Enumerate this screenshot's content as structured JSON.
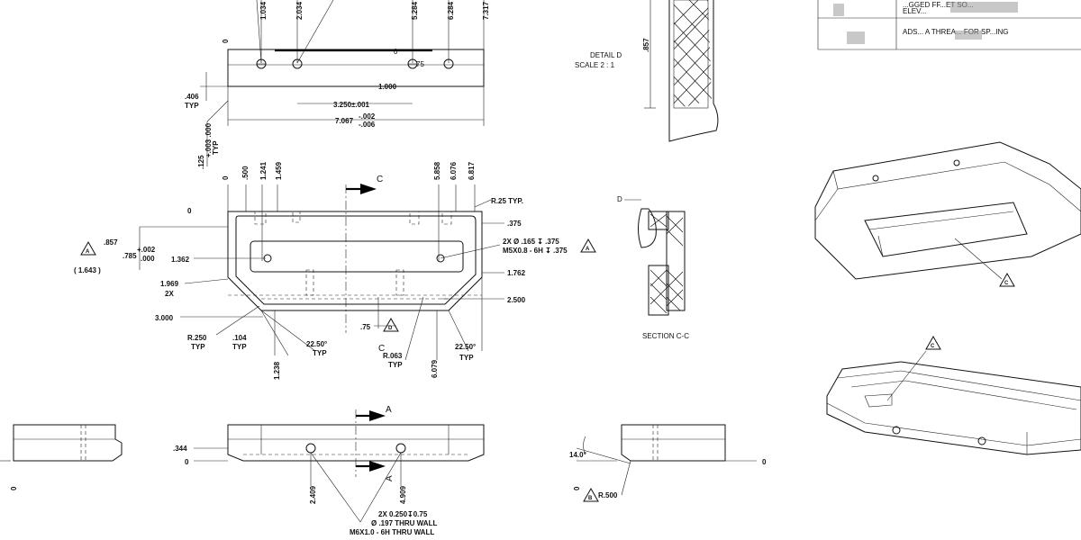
{
  "title_block": {
    "row1": "...GGED FF...ET SO...",
    "row1b": "ELEV...",
    "row2": "ADS... A THREA... FOR SP...ING"
  },
  "detail_d": {
    "line1": "DETAIL D",
    "line2": "SCALE 2 : 1",
    "dim": ".857"
  },
  "section_label": "SECTION C-C",
  "section_letter": "D",
  "top_view": {
    "x_dims": [
      "1.034",
      "2.034",
      "5.284",
      "6.284",
      "7.317"
    ],
    "zero": "0",
    "dim_3250": "3.250±.001",
    "dim_1000": "1.000",
    "dim_7067": "7.067",
    "tol_7067_up": "-.002",
    "tol_7067_lo": "-.006",
    "dim_406": ".406",
    "typ": "TYP",
    "dim_125": ".125",
    "tol_125": "+.003 .000",
    "small_zero": "0",
    "dim_075": "75"
  },
  "main_view": {
    "x_dims": [
      ".500",
      "1.241",
      "1.459",
      "5.858",
      "6.076",
      "6.817"
    ],
    "zero_top": "0",
    "zero_left": "0",
    "r25": "R.25 TYP.",
    "d375": ".375",
    "d857": ".857",
    "d785": ".785",
    "tol_785_up": "+.002",
    "tol_785_lo": ".000",
    "d1643": "( 1.643 )",
    "d1362": "1.362",
    "d1762": "1.762",
    "d1969": "1.969",
    "two_x": "2X",
    "d3000": "3.000",
    "d2500": "2.500",
    "r250": "R.250",
    "d104": ".104",
    "typ": "TYP",
    "d2250a": "22.50°",
    "d1238": "1.238",
    "d75": ".75",
    "flag_d": "D",
    "sect_c": "C",
    "r063": "R.063",
    "d6079": "6.079",
    "d2250b": "22.50°",
    "hole_note1": "2X Ø .165 ↧ .375",
    "hole_note2": "M5X0.8 - 6H ↧ .375",
    "flag_a": "A"
  },
  "front_view": {
    "d344": ".344",
    "zero": "0",
    "d2409": "2.409",
    "d4909": "4.909",
    "sect_a": "A",
    "note1": "2X 0.250↧0.75",
    "note2": "Ø .197 THRU WALL",
    "note3": "M6X1.0 - 6H THRU WALL"
  },
  "side_view": {
    "zero_left": "0",
    "zero_right": "0",
    "angle": "14.0°",
    "r500": "R.500",
    "flag": "B"
  },
  "iso_flags": {
    "top": "C",
    "bottom": "C"
  },
  "left_view": {
    "zero": "0"
  }
}
